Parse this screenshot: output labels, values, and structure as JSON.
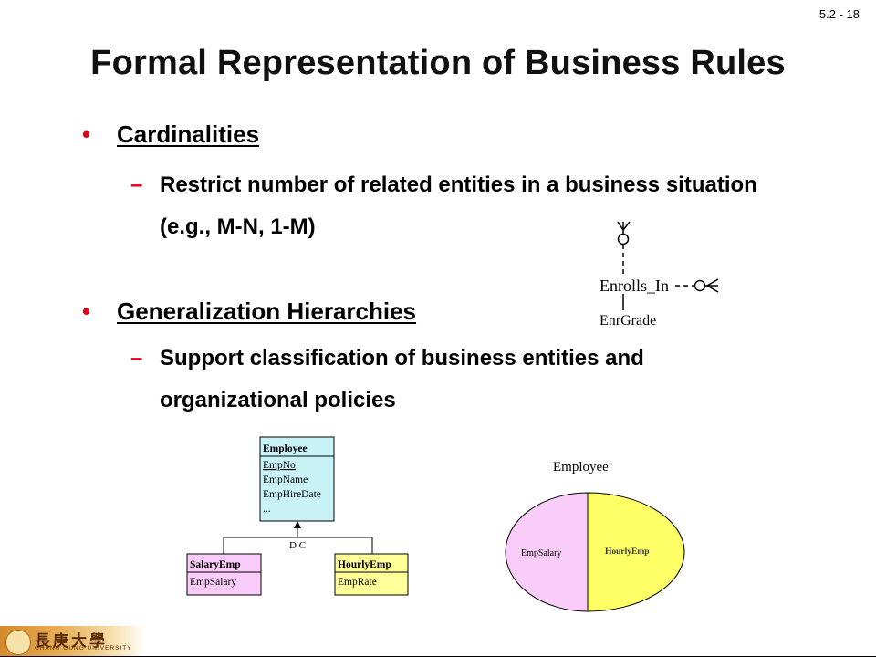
{
  "slide_number": "5.2 - 18",
  "title": "Formal Representation of Business Rules",
  "bullets": [
    {
      "label": "Cardinalities",
      "sub": "Restrict number of related entities in a business situation (e.g., M-N, 1-M)"
    },
    {
      "label": "Generalization Hierarchies",
      "sub": "Support classification of business entities and organizational policies"
    }
  ],
  "cardinality_diagram": {
    "relationship": "Enrolls_In",
    "attribute": "EnrGrade"
  },
  "hierarchy_diagram": {
    "parent": {
      "name": "Employee",
      "attrs": [
        "EmpNo",
        "EmpName",
        "EmpHireDate",
        "..."
      ]
    },
    "constraint": "D C",
    "children": [
      {
        "name": "SalaryEmp",
        "attrs": [
          "EmpSalary"
        ]
      },
      {
        "name": "HourlyEmp",
        "attrs": [
          "EmpRate"
        ]
      }
    ]
  },
  "venn_diagram": {
    "title": "Employee",
    "left": "EmpSalary",
    "right": "HourlyEmp"
  },
  "colors": {
    "bullet_red": "#e0001a",
    "pink": "#f9ccf9",
    "yellow": "#ffff66",
    "box_blue": "#c8f2f6"
  },
  "logo": {
    "chinese": "長庚大學",
    "english": "CHANG GUNG UNIVERSITY"
  }
}
